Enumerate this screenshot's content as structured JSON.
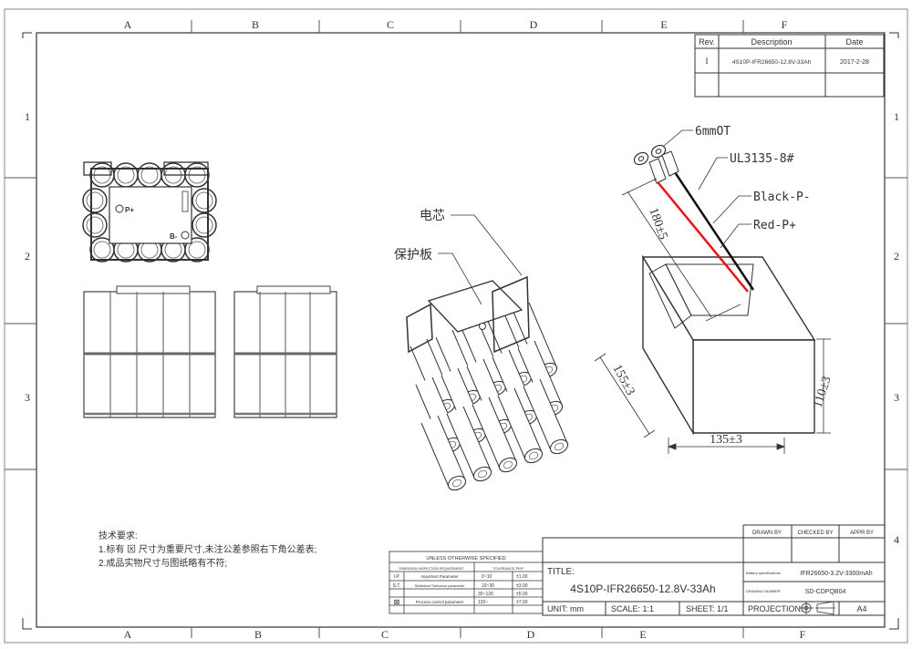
{
  "zones": {
    "columns": [
      "A",
      "B",
      "C",
      "D",
      "E",
      "F"
    ],
    "rows": [
      "1",
      "2",
      "3",
      "4"
    ]
  },
  "revision_table": {
    "headers": {
      "rev": "Rev.",
      "description": "Description",
      "date": "Date"
    },
    "rows": [
      {
        "rev": "I",
        "description": "4S10P-IFR26650-12.8V-33Ah",
        "date": "2017-2-28"
      }
    ]
  },
  "callouts": {
    "cell_label": "电芯",
    "pcb_label": "保护板",
    "terminal": "6mmOT",
    "wire": "UL3135-8#",
    "black_lead": "Black-P-",
    "red_lead": "Red-P+",
    "lead_length": "180±5",
    "pcb_p_plus": "P+",
    "pcb_b_minus": "B-"
  },
  "dimensions": {
    "width": "135±3",
    "depth": "155±3",
    "height": "110±3"
  },
  "notes": {
    "title": "技术要求:",
    "line1": "1.标有 ⊠ 尺寸为重要尺寸,未注公差参照右下角公差表;",
    "line2": "2.成品实物尺寸与图纸略有不符;"
  },
  "tolerance_table": {
    "header": "UNLESS OTHERWISE SPECIFIED",
    "col1": "DIMENSION INSPECTION REQUIREMENT",
    "col2": "TOLERANCE PER",
    "rows": [
      {
        "sym": "I.P.",
        "text": "Important Parameter",
        "range": "0~10",
        "tol": "±1.00"
      },
      {
        "sym": "S.T.",
        "text": "Statistical Tolerance parameter",
        "range": "10~30",
        "tol": "±3.00"
      },
      {
        "sym": "",
        "text": "",
        "range": "30~120",
        "tol": "±5.00"
      },
      {
        "sym": "⊠",
        "text": "Process control parameter",
        "range": "120~",
        "tol": "±7.00"
      }
    ]
  },
  "title_block": {
    "title_label": "TITLE:",
    "title": "4S10P-IFR26650-12.8V-33Ah",
    "unit": "UNIT:  mm",
    "scale": "SCALE:   1:1",
    "sheet": "SHEET:   1/1",
    "drawn_by": "DRAWN BY",
    "checked_by": "CHECKED BY",
    "appr_by": "APPR BY",
    "battery_spec_label": "Battery specifications",
    "battery_spec": "IFR26650-3.2V-3300mAh",
    "drawing_number_label": "DRAWING NUMBER",
    "drawing_number": "SD-CDPQB04",
    "projection": "PROJECTION:",
    "size": "A4"
  }
}
